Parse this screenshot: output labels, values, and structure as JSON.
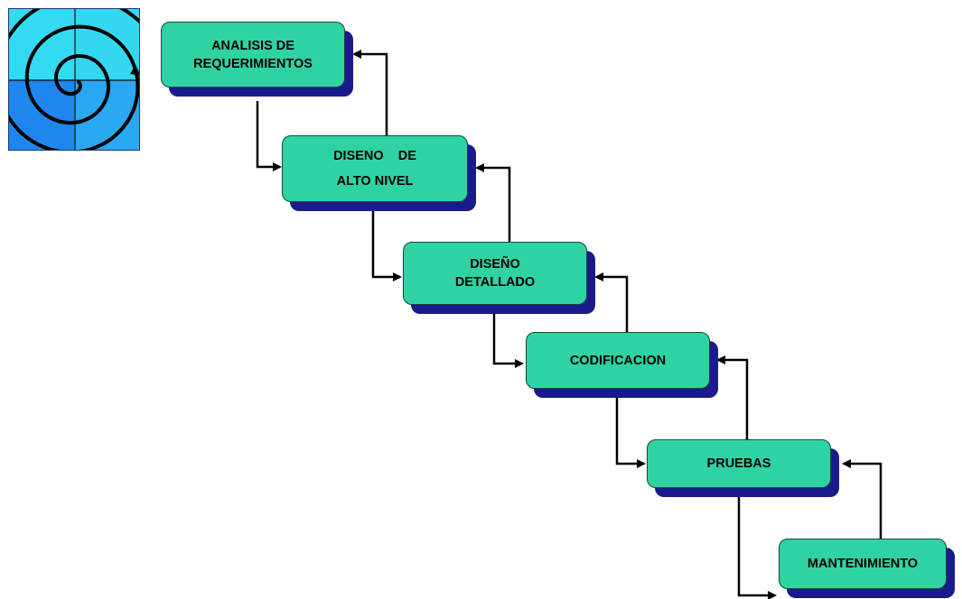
{
  "diagram": {
    "logo_icon": "spiral-model-icon",
    "phases": [
      {
        "id": "analisis",
        "lines": [
          "ANALISIS DE",
          "REQUERIMIENTOS"
        ]
      },
      {
        "id": "diseno-alto",
        "lines": [
          "DISENO    DE",
          "ALTO NIVEL"
        ]
      },
      {
        "id": "diseno-det",
        "lines": [
          "DISEÑO",
          "DETALLADO"
        ]
      },
      {
        "id": "codificacion",
        "lines": [
          "CODIFICACION"
        ]
      },
      {
        "id": "pruebas",
        "lines": [
          "PRUEBAS"
        ]
      },
      {
        "id": "mantenimiento",
        "lines": [
          "MANTENIMIENTO"
        ]
      }
    ],
    "colors": {
      "box_fill": "#2fd3a3",
      "box_shadow": "#1a1a8c",
      "arrow": "#000000"
    }
  }
}
